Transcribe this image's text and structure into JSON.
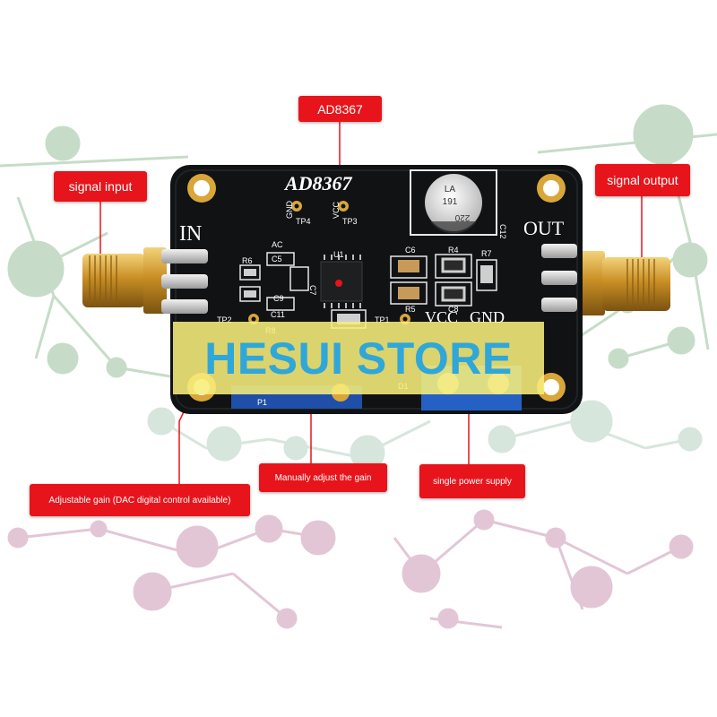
{
  "callouts": {
    "chip": "AD8367",
    "signal_input": "signal input",
    "signal_output": "signal output",
    "adjustable_gain": "Adjustable gain (DAC digital control available)",
    "manual_gain": "Manually adjust the gain",
    "power_supply": "single power supply"
  },
  "pcb": {
    "title": "AD8367",
    "in_label": "IN",
    "out_label": "OUT",
    "vcc_label": "VCC",
    "gnd_label": "GND",
    "tp4_pin": "GND",
    "tp4": "TP4",
    "tp3_pin": "VCC",
    "tp3": "TP3",
    "tp2": "TP2",
    "tp1": "TP1",
    "u1": "U1",
    "ac": "AC",
    "r6": "R6",
    "c5": "C5",
    "c7": "C7",
    "c9": "C9",
    "c11": "C11",
    "c6": "C6",
    "r4": "R4",
    "r7": "R7",
    "r5": "R5",
    "c8": "C8",
    "c12": "C12",
    "r8": "R8",
    "p1": "P1",
    "d1": "D1",
    "cap_line1": "LA",
    "cap_line2": "191",
    "cap_line3": "220"
  },
  "watermark": "HESUI STORE",
  "colors": {
    "callout_red": "#e8141b",
    "board_black": "#101214",
    "gold": "#d9a63a",
    "banner_yellow": "#f7ee7a",
    "banner_text": "#2fa7d8",
    "network_green": "#c6dcc8",
    "network_pink": "#e3c6d6"
  }
}
